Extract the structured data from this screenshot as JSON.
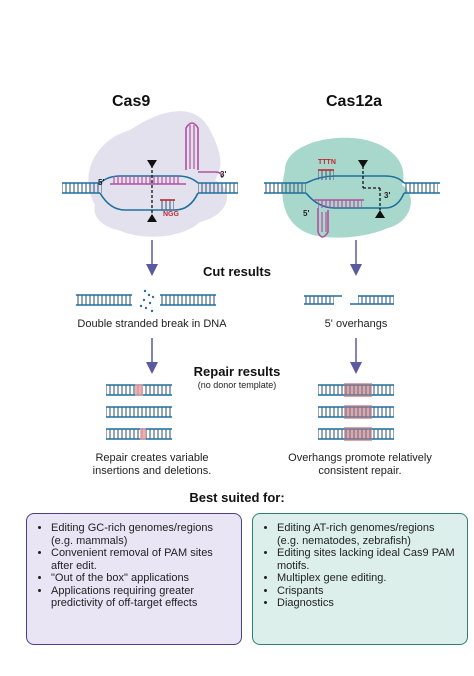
{
  "titles": {
    "cas9": "Cas9",
    "cas12a": "Cas12a"
  },
  "labels": {
    "five_prime": "5'",
    "three_prime": "3'",
    "ngg": "NGG",
    "tttn": "TTTN"
  },
  "cut_results": {
    "heading": "Cut results",
    "left_caption": "Double stranded break in DNA",
    "right_caption": "5' overhangs"
  },
  "repair_results": {
    "heading": "Repair results",
    "subheading": "(no donor template)",
    "left_caption": [
      "Repair creates variable",
      "insertions and deletions."
    ],
    "right_caption": [
      "Overhangs promote relatively",
      "consistent repair."
    ]
  },
  "best_suited": {
    "heading": "Best suited for:",
    "left_items": [
      "Editing GC-rich genomes/regions (e.g. mammals)",
      "Convenient removal of PAM sites after edit.",
      "\"Out of the box\" applications",
      "Applications requiring greater predictivity of off-target effects"
    ],
    "right_items": [
      "Editing AT-rich genomes/regions (e.g. nematodes, zebrafish)",
      "Editing sites lacking ideal Cas9 PAM motifs.",
      "Multiplex gene editing.",
      "Crispants",
      "Diagnostics"
    ]
  },
  "colors": {
    "dna": "#1f6f9e",
    "rung": "#4a6a8a",
    "guide": "#b24f9d",
    "pam": "#c0282d",
    "cas9_body": "#e4e1ef",
    "cas12a_body": "#a8d8cb",
    "arrow": "#5a5aa0",
    "repair_highlight": "#e9a0a0",
    "repair_band": "#b8737d"
  }
}
